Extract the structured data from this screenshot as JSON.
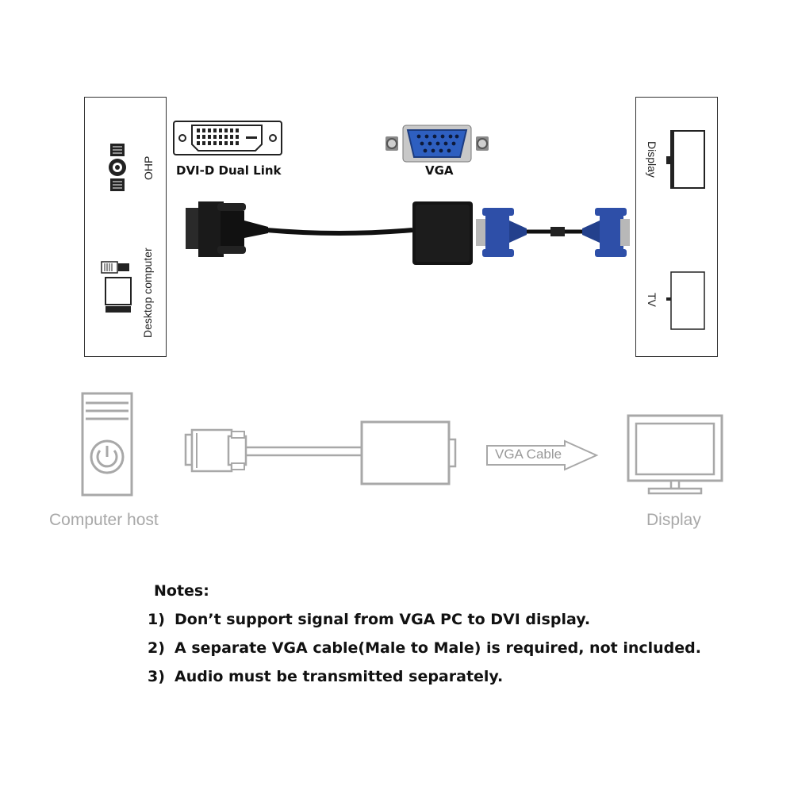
{
  "left_panel": {
    "ohp_label": "OHP",
    "desktop_label": "Desktop computer"
  },
  "right_panel": {
    "display_label": "Display",
    "tv_label": "TV"
  },
  "connectors": {
    "dvi_label": "DVI-D Dual Link",
    "vga_label": "VGA"
  },
  "flow": {
    "host_label": "Computer host",
    "cable_label": "VGA Cable",
    "display_label": "Display"
  },
  "notes": {
    "heading": "Notes:",
    "items": [
      {
        "num": "1)",
        "text": "Don’t support signal from VGA PC to DVI display."
      },
      {
        "num": "2)",
        "text": "A separate VGA cable(Male to Male) is required, not included."
      },
      {
        "num": "3)",
        "text": "Audio must be transmitted separately."
      }
    ]
  },
  "colors": {
    "vga_blue": "#2e4fa8",
    "outline_gray": "#a8a8a8",
    "cable_black": "#111111"
  }
}
